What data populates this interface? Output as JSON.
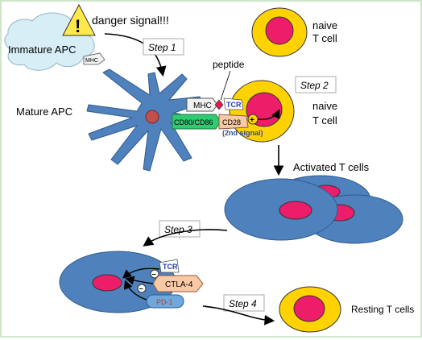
{
  "labels": {
    "danger_signal": "danger signal!!!",
    "immature_apc": "Immature APC",
    "mhc_small": "MHC",
    "mature_apc": "Mature APC",
    "peptide": "peptide",
    "mhc": "MHC",
    "tcr": "TCR",
    "cd80_cd86": "CD80/CD86",
    "cd28": "CD28",
    "second_signal": "(2nd signal)",
    "naive_t_cell_line1": "naive",
    "naive_t_cell_line2": "T cell",
    "activated_t_cells": "Activated T cells",
    "tcr_small": "TCR",
    "ctla4": "CTLA-4",
    "pd1": "PD-1",
    "resting_t_cells": "Resting T cells",
    "warning_mark": "!",
    "plus_sign": "+",
    "minus_sign": "−"
  },
  "steps": [
    "Step 1",
    "Step 2",
    "Step 3",
    "Step 4"
  ],
  "colors": {
    "cell_blue": "#4f81bd",
    "nucleus_pink": "#ee1d6a",
    "t_cell_yellow": "#ffd200",
    "apc_nucleus": "#c0504d",
    "immature_apc_fill": "#d7eef6",
    "warning_yellow": "#ffe94a",
    "cd80_green": "#2ecc71",
    "ctla4_orange": "#f9c9a5",
    "pd1_blue": "#6fa8dc",
    "frame_border": "#cfe6c8"
  }
}
